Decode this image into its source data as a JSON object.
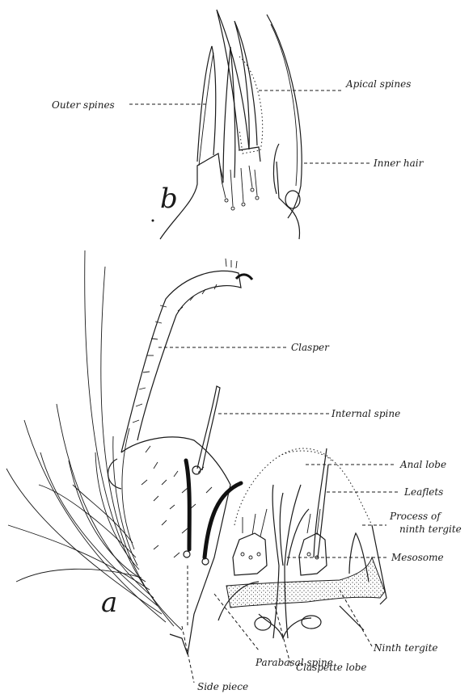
{
  "figure_b": {
    "letter": "b",
    "labels": {
      "outer_spines": "Outer spines",
      "apical_spines": "Apical spines",
      "inner_hair": "Inner hair"
    }
  },
  "figure_a": {
    "letter": "a",
    "labels": {
      "clasper": "Clasper",
      "internal_spine": "Internal spine",
      "anal_lobe": "Anal lobe",
      "leaflets": "Leaflets",
      "process_line1": "Process of",
      "process_line2": "ninth tergite",
      "mesosome": "Mesosome",
      "ninth_tergite": "Ninth tergite",
      "claspette_lobe": "Claspette lobe",
      "parabasal_spine": "Parabasal spine",
      "side_piece": "Side piece"
    }
  }
}
